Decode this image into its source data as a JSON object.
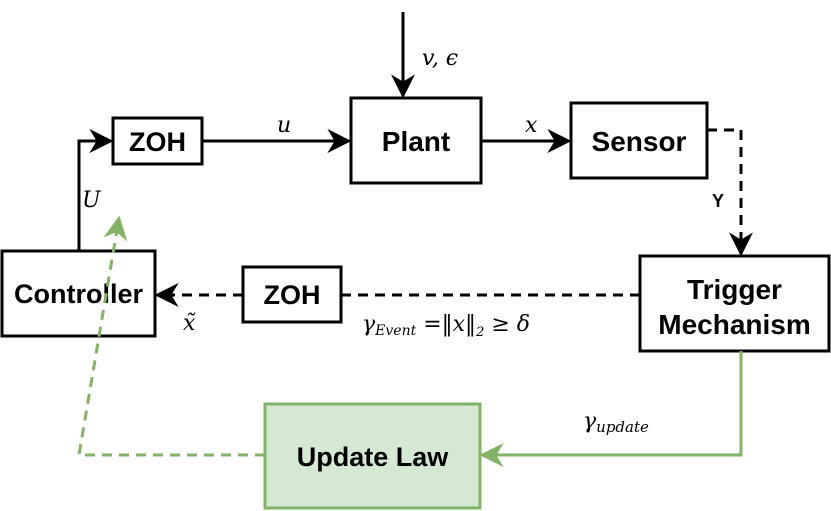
{
  "diagram": {
    "blocks": {
      "zoh_top": "ZOH",
      "plant": "Plant",
      "sensor": "Sensor",
      "trigger_line1": "Trigger",
      "trigger_line2": "Mechanism",
      "zoh_mid": "ZOH",
      "controller": "Controller",
      "update_law": "Update Law"
    },
    "signals": {
      "disturbance": "v, ϵ",
      "u": "u",
      "x": "x",
      "y": "Y",
      "U": "U",
      "x_tilde": "x̃",
      "gamma_event_symbol": "γ",
      "gamma_event_sub": "Event",
      "gamma_event_expr": " =‖x‖",
      "gamma_event_norm_sub": "2",
      "gamma_event_rhs": " ≥ δ",
      "gamma_update_symbol": "γ",
      "gamma_update_sub": "update"
    },
    "colors": {
      "block_stroke": "#000000",
      "update_fill": "#d5e8d4",
      "update_stroke": "#82b366",
      "green_line": "#82b366"
    }
  }
}
